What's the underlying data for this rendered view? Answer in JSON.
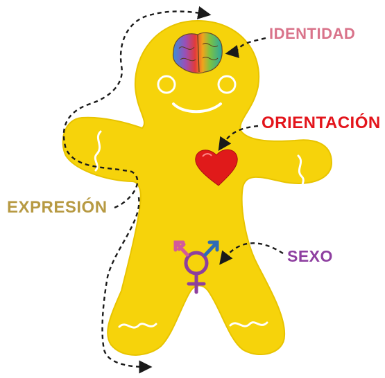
{
  "labels": {
    "identidad": "IDENTIDAD",
    "orientacion": "ORIENTACIÓN",
    "expresion": "EXPRESIÓN",
    "sexo": "SEXO"
  },
  "colors": {
    "body": "#f6d30b",
    "body_outline": "#e8c400",
    "identidad": "#d9738a",
    "orientacion": "#e3141b",
    "expresion": "#b79a43",
    "sexo": "#8e3fa0",
    "heart": "#e01a1a",
    "symbol_purple": "#8d3f9e",
    "symbol_blue": "#2f6bb5",
    "symbol_pink": "#d35a9a",
    "dash": "#1a1a1a"
  },
  "icons": [
    "brain-icon",
    "heart-icon",
    "transgender-symbol-icon"
  ]
}
